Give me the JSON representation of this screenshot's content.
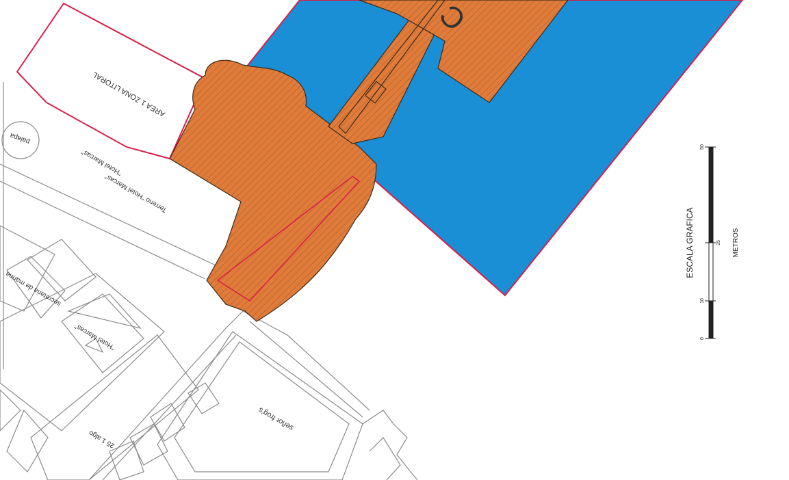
{
  "labels": {
    "area_zona_litoral": "AREA 1 ZONA LITORAL",
    "palapa": "palapa",
    "hotel_mar_casa": "\"Hotel Marcas\"",
    "terreno_hotel_mar_casa": "Terreno \"Hotel Marcas\"",
    "hotel_mar_casa_building": "\"Hotel Marcas\"",
    "secretaria_marina": "secretaria de marina",
    "senor_frogs": "señor frog's",
    "calle_5_mayo": "25 1 algo",
    "big_letter": "C"
  },
  "scale": {
    "title": "ESCALA GRAFICA",
    "units": "METROS",
    "ticks": [
      "0",
      "10",
      "25",
      "50"
    ]
  },
  "colors": {
    "water": "#1a8fd6",
    "concession": "#e07b39",
    "boundary": "#d81e4a",
    "linework": "#8a8a8a",
    "hatch": "#5a3a22"
  }
}
